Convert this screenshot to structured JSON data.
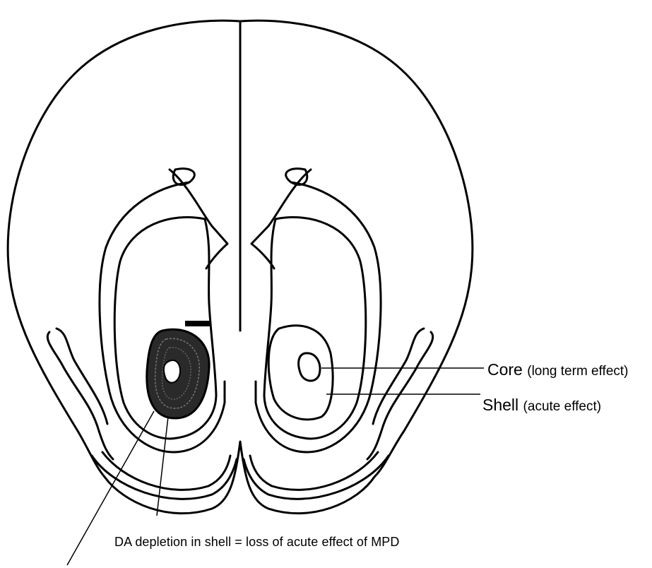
{
  "labels": {
    "core_main": "Core",
    "core_sub": "(long term effect)",
    "shell_main": "Shell",
    "shell_sub": "(acute effect)",
    "depletion": "DA depletion in shell = loss of acute effect of MPD"
  },
  "colors": {
    "line": "#000000",
    "background": "#ffffff",
    "depletion_fill": "#2a2a2a"
  }
}
